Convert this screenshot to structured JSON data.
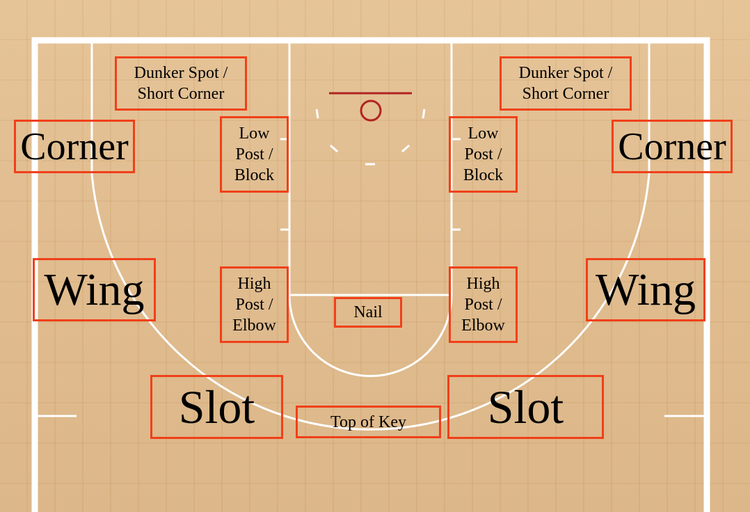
{
  "zones": {
    "dunker_left": "Dunker Spot /\nShort Corner",
    "dunker_right": "Dunker Spot /\nShort Corner",
    "corner_left": "Corner",
    "corner_right": "Corner",
    "low_post_left": "Low\nPost /\nBlock",
    "low_post_right": "Low\nPost /\nBlock",
    "wing_left": "Wing",
    "wing_right": "Wing",
    "high_post_left": "High\nPost /\nElbow",
    "high_post_right": "High\nPost /\nElbow",
    "nail": "Nail",
    "slot_left": "Slot",
    "slot_right": "Slot",
    "top_of_key": "Top of Key"
  },
  "colors": {
    "zone_border": "#f0401a",
    "court_lines": "#ffffff",
    "rim": "#b22222"
  }
}
